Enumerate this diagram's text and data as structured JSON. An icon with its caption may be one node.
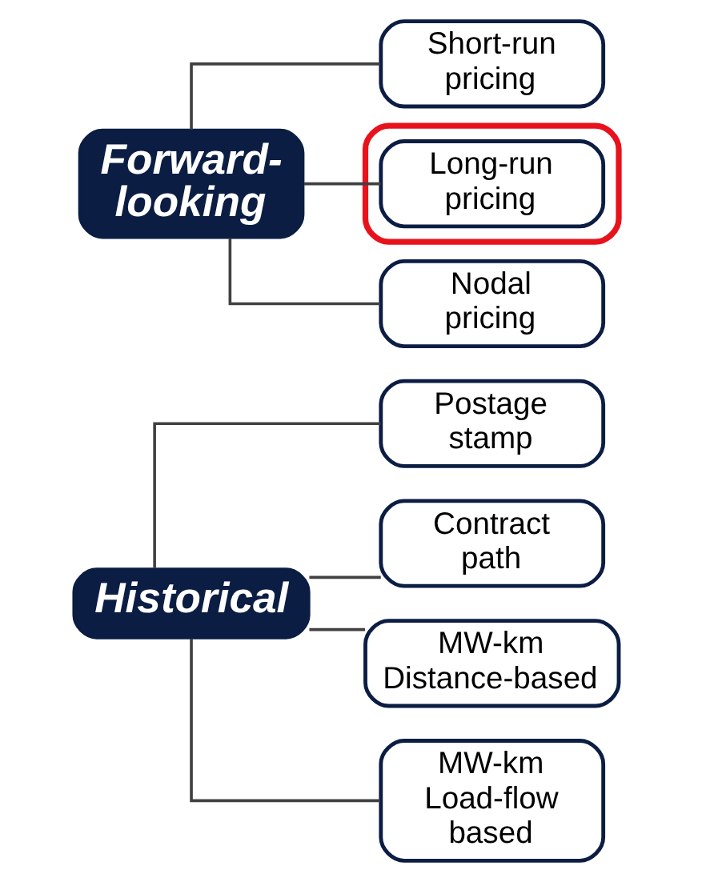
{
  "diagram": {
    "nodes": [
      {
        "text": [
          "Historical"
        ]
      },
      {
        "text": [
          "Postage stamp"
        ]
      },
      {
        "text": [
          "Contract path"
        ]
      },
      {
        "text": [
          "MW-km Distance-based"
        ]
      },
      {
        "text": [
          "MW-km Load-flow based"
        ]
      },
      {
        "text": [
          "Forward-looking"
        ]
      },
      {
        "text": [
          "Short-run pricing"
        ]
      },
      {
        "text": [],
        "shape": "ellipse"
      },
      {
        "text": [
          "Long-run pricing"
        ],
        "in": 7
      },
      {
        "text": [
          "Nodal pricing"
        ]
      }
    ],
    "edges": [
      {
        "from": 0,
        "to": 1,
        "arrow": "none"
      },
      {
        "from": 0,
        "to": 2,
        "arrow": "none"
      },
      {
        "from": 0,
        "to": 3,
        "arrow": "none"
      },
      {
        "from": 0,
        "to": 4,
        "arrow": "none"
      },
      {
        "from": 5,
        "to": 6,
        "arrow": "none"
      },
      {
        "from": 5,
        "to": 8,
        "arrow": "none"
      },
      {
        "from": 5,
        "to": 9,
        "arrow": "none"
      }
    ]
  }
}
